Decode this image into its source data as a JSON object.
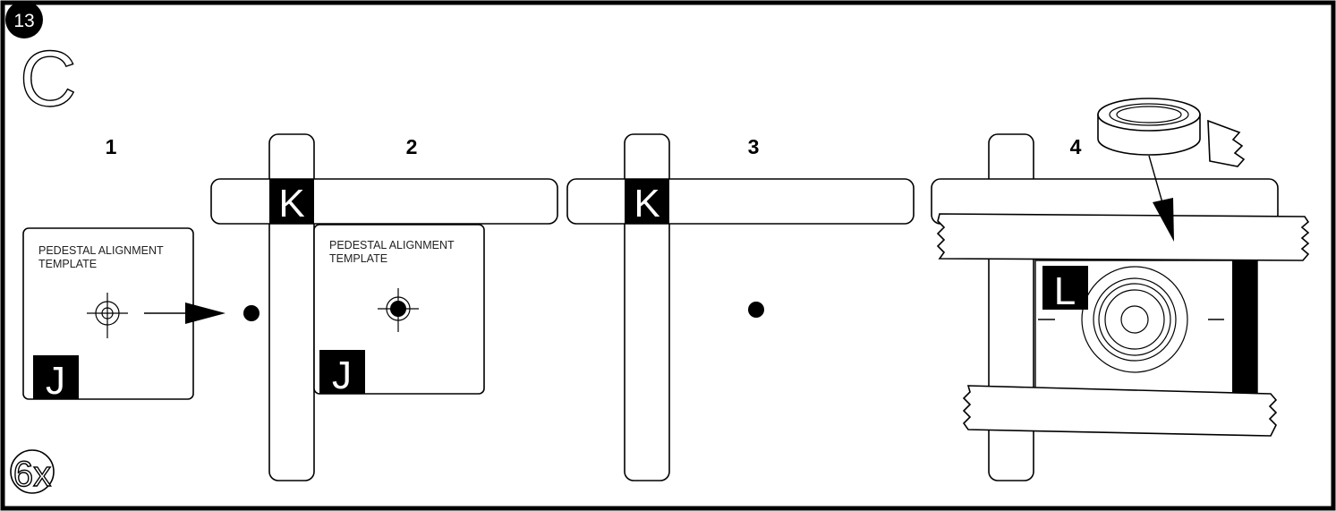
{
  "page": {
    "page_number": "13",
    "section_letter": "C",
    "quantity": "6x"
  },
  "steps": [
    {
      "number": "1",
      "template_line1": "PEDESTAL ALIGNMENT",
      "template_line2": "TEMPLATE",
      "tag": "J"
    },
    {
      "number": "2",
      "template_line1": "PEDESTAL ALIGNMENT",
      "template_line2": "TEMPLATE",
      "tag_board": "K",
      "tag": "J"
    },
    {
      "number": "3",
      "tag_board": "K"
    },
    {
      "number": "4",
      "tag": "L"
    }
  ]
}
